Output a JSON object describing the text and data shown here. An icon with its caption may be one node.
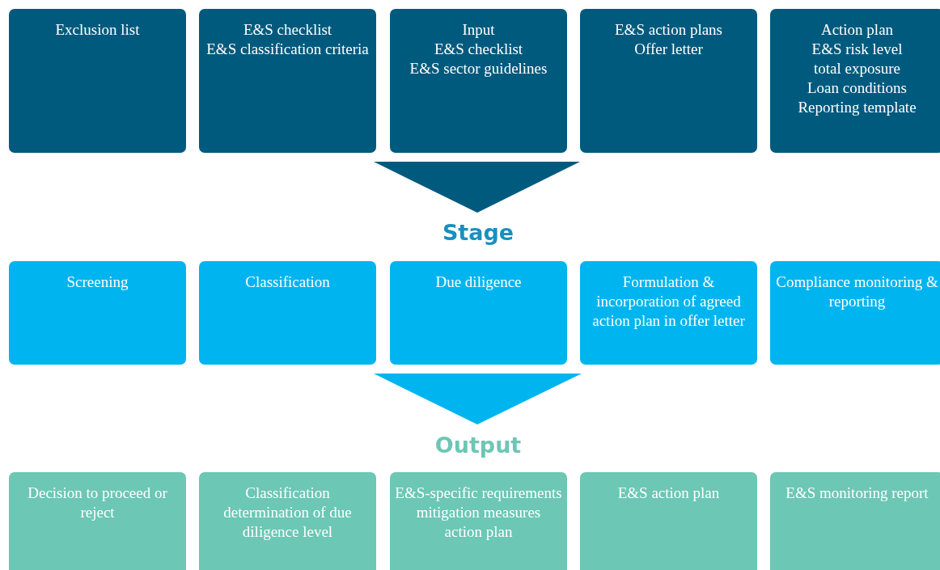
{
  "diagram": {
    "nodes": [
      {
        "text": [
          "Exclusion list"
        ]
      },
      {
        "text": [
          "E&S checklist",
          "E&S classification criteria"
        ]
      },
      {
        "text": [
          "Input",
          "E&S checklist",
          "E&S sector guidelines"
        ]
      },
      {
        "text": [
          "E&S action plans",
          "Offer letter"
        ]
      },
      {
        "text": [
          "Action plan",
          "E&S risk level",
          "total exposure",
          "Loan conditions",
          "Reporting template"
        ]
      },
      {
        "text": [
          "Screening"
        ]
      },
      {
        "text": [
          "Classification"
        ]
      },
      {
        "text": [
          "Due diligence"
        ]
      },
      {
        "text": [
          "Formulation & incorporation of agreed action plan in offer letter"
        ]
      },
      {
        "text": [
          "Compliance monitoring & reporting"
        ]
      },
      {
        "text": [
          "Decision to proceed or reject"
        ]
      },
      {
        "text": [
          "Classification",
          "determination of due diligence level"
        ]
      },
      {
        "text": [
          "E&S-specific requirements",
          "mitigation measures",
          "action plan"
        ]
      },
      {
        "text": [
          "E&S action plan"
        ]
      },
      {
        "text": [
          "E&S monitoring report"
        ]
      }
    ],
    "labels": [
      "Stage",
      "Output"
    ]
  }
}
